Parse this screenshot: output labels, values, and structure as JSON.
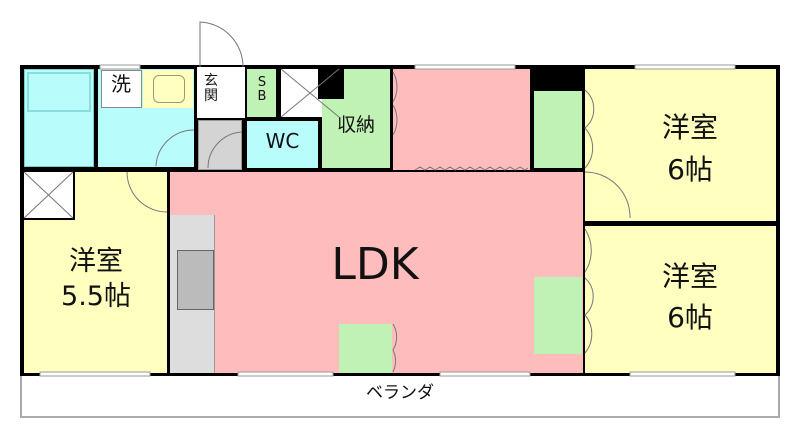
{
  "rooms": {
    "ldk": "LDK",
    "western_left": {
      "name": "洋室",
      "size": "5.5帖"
    },
    "western_top_right": {
      "name": "洋室",
      "size": "6帖"
    },
    "western_bottom_right": {
      "name": "洋室",
      "size": "6帖"
    },
    "washroom": "洗",
    "entrance": "玄\n関",
    "shoe_box": "S\nB",
    "toilet": "WC",
    "storage": "収納",
    "balcony": "ベランダ"
  },
  "colors": {
    "ldk": "#ffbcbc",
    "western": "#ffffc0",
    "wet_area": "#b8fcfc",
    "storage": "#bff2b4",
    "entrance_floor": "#d4d4d4",
    "wall": "#000000"
  }
}
